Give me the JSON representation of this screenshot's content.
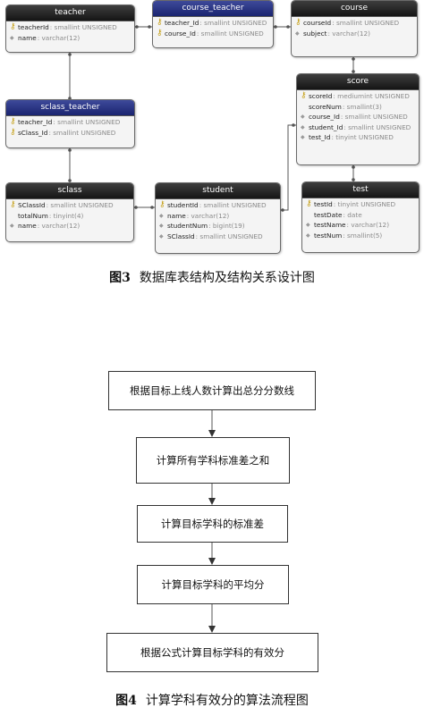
{
  "er_diagram": {
    "tables": {
      "teacher": {
        "title": "teacher",
        "style": "dark",
        "fields": [
          {
            "name": "teacherId",
            "type": ": smallint UNSIGNED",
            "icon": "key"
          },
          {
            "name": "name",
            "type": ": varchar(12)",
            "icon": "dot"
          }
        ]
      },
      "course_teacher": {
        "title": "course_teacher",
        "style": "blue",
        "fields": [
          {
            "name": "teacher_Id",
            "type": ": smallint UNSIGNED",
            "icon": "key"
          },
          {
            "name": "course_Id",
            "type": ": smallint UNSIGNED",
            "icon": "key"
          }
        ]
      },
      "course": {
        "title": "course",
        "style": "dark",
        "fields": [
          {
            "name": "courseId",
            "type": ": smallint UNSIGNED",
            "icon": "key"
          },
          {
            "name": "subject",
            "type": ": varchar(12)",
            "icon": "dot"
          }
        ]
      },
      "sclass_teacher": {
        "title": "sclass_teacher",
        "style": "blue",
        "fields": [
          {
            "name": "teacher_Id",
            "type": ": smallint UNSIGNED",
            "icon": "key"
          },
          {
            "name": "sClass_Id",
            "type": ": smallint UNSIGNED",
            "icon": "key"
          }
        ]
      },
      "score": {
        "title": "score",
        "style": "dark",
        "fields": [
          {
            "name": "scoreId",
            "type": ": mediumint UNSIGNED",
            "icon": "key"
          },
          {
            "name": "scoreNum",
            "type": ": smallint(3)",
            "icon": "none"
          },
          {
            "name": "course_Id",
            "type": ": smallint UNSIGNED",
            "icon": "dot"
          },
          {
            "name": "student_Id",
            "type": ": smallint UNSIGNED",
            "icon": "dot"
          },
          {
            "name": "test_Id",
            "type": ": tinyint UNSIGNED",
            "icon": "dot"
          }
        ]
      },
      "sclass": {
        "title": "sclass",
        "style": "dark",
        "fields": [
          {
            "name": "SClassId",
            "type": ": smallint UNSIGNED",
            "icon": "key"
          },
          {
            "name": "totalNum",
            "type": ": tinyint(4)",
            "icon": "none"
          },
          {
            "name": "name",
            "type": ": varchar(12)",
            "icon": "dot"
          }
        ]
      },
      "student": {
        "title": "student",
        "style": "dark",
        "fields": [
          {
            "name": "studentId",
            "type": ": smallint UNSIGNED",
            "icon": "key"
          },
          {
            "name": "name",
            "type": ": varchar(12)",
            "icon": "dot"
          },
          {
            "name": "studentNum",
            "type": ": bigint(19)",
            "icon": "dot"
          },
          {
            "name": "SClassId",
            "type": ": smallint UNSIGNED",
            "icon": "dot"
          }
        ]
      },
      "test": {
        "title": "test",
        "style": "dark",
        "fields": [
          {
            "name": "testId",
            "type": ": tinyint UNSIGNED",
            "icon": "key"
          },
          {
            "name": "testDate",
            "type": ": date",
            "icon": "none"
          },
          {
            "name": "testName",
            "type": ": varchar(12)",
            "icon": "dot"
          },
          {
            "name": "testNum",
            "type": ": smallint(5)",
            "icon": "dot"
          }
        ]
      }
    },
    "caption": {
      "label": "图3",
      "text": "数据库表结构及结构关系设计图"
    }
  },
  "flowchart": {
    "steps": [
      "根据目标上线人数计算出总分分数线",
      "计算所有学科标准差之和",
      "计算目标学科的标准差",
      "计算目标学科的平均分",
      "根据公式计算目标学科的有效分"
    ],
    "caption": {
      "label": "图4",
      "text": "计算学科有效分的算法流程图"
    }
  },
  "colors": {
    "table_header_dark": "#1e1e1e",
    "table_header_blue": "#24307e",
    "key_icon": "#c6a21c"
  }
}
